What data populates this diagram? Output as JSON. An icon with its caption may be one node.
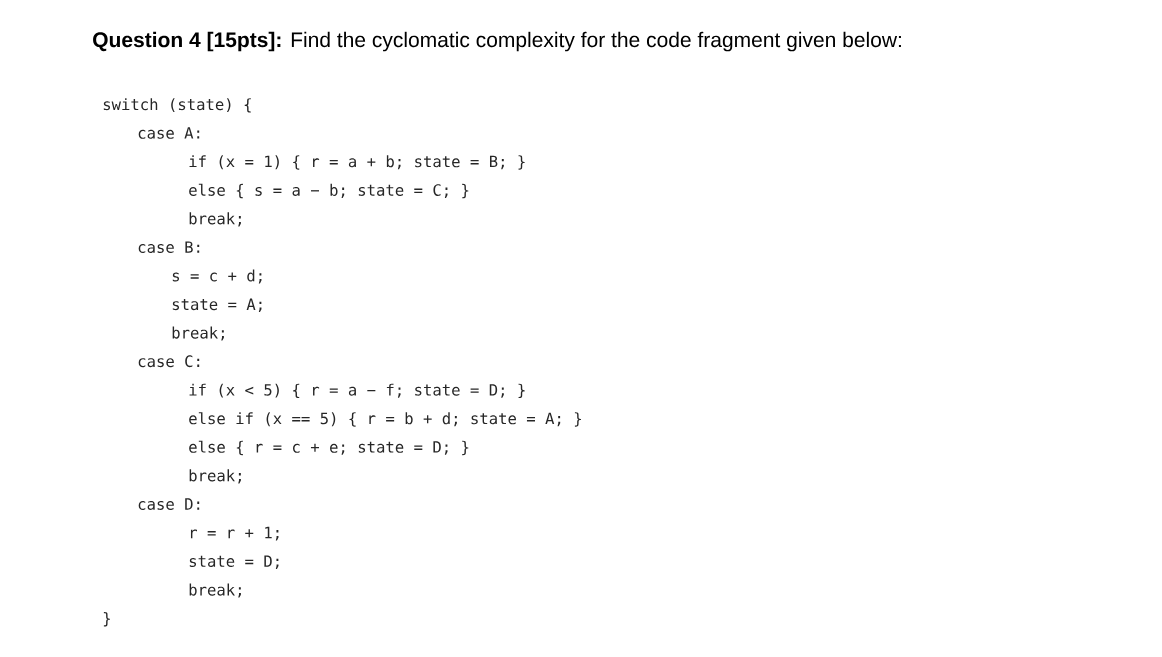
{
  "diagram": {
    "title": "**Question 4 [15pts]:** Find the cyclomatic complexity for the code fragment given below:",
    "labels": [
      "switch (state) {",
      "case A:",
      "if (x = 1) { r = a + b; state = B; }",
      "else { s = a − b; state = C; }",
      "break;",
      "case B:",
      "s = c + d;",
      "state = A;",
      "break;",
      "case C:",
      "if (x < 5) { r = a − f; state = D; }",
      "else if (x == 5) { r = b + d; state = A; }",
      "else { r = c + e; state = D; }",
      "break;",
      "case D:",
      "r = r + 1;",
      "state = D;",
      "break;",
      "}"
    ]
  }
}
